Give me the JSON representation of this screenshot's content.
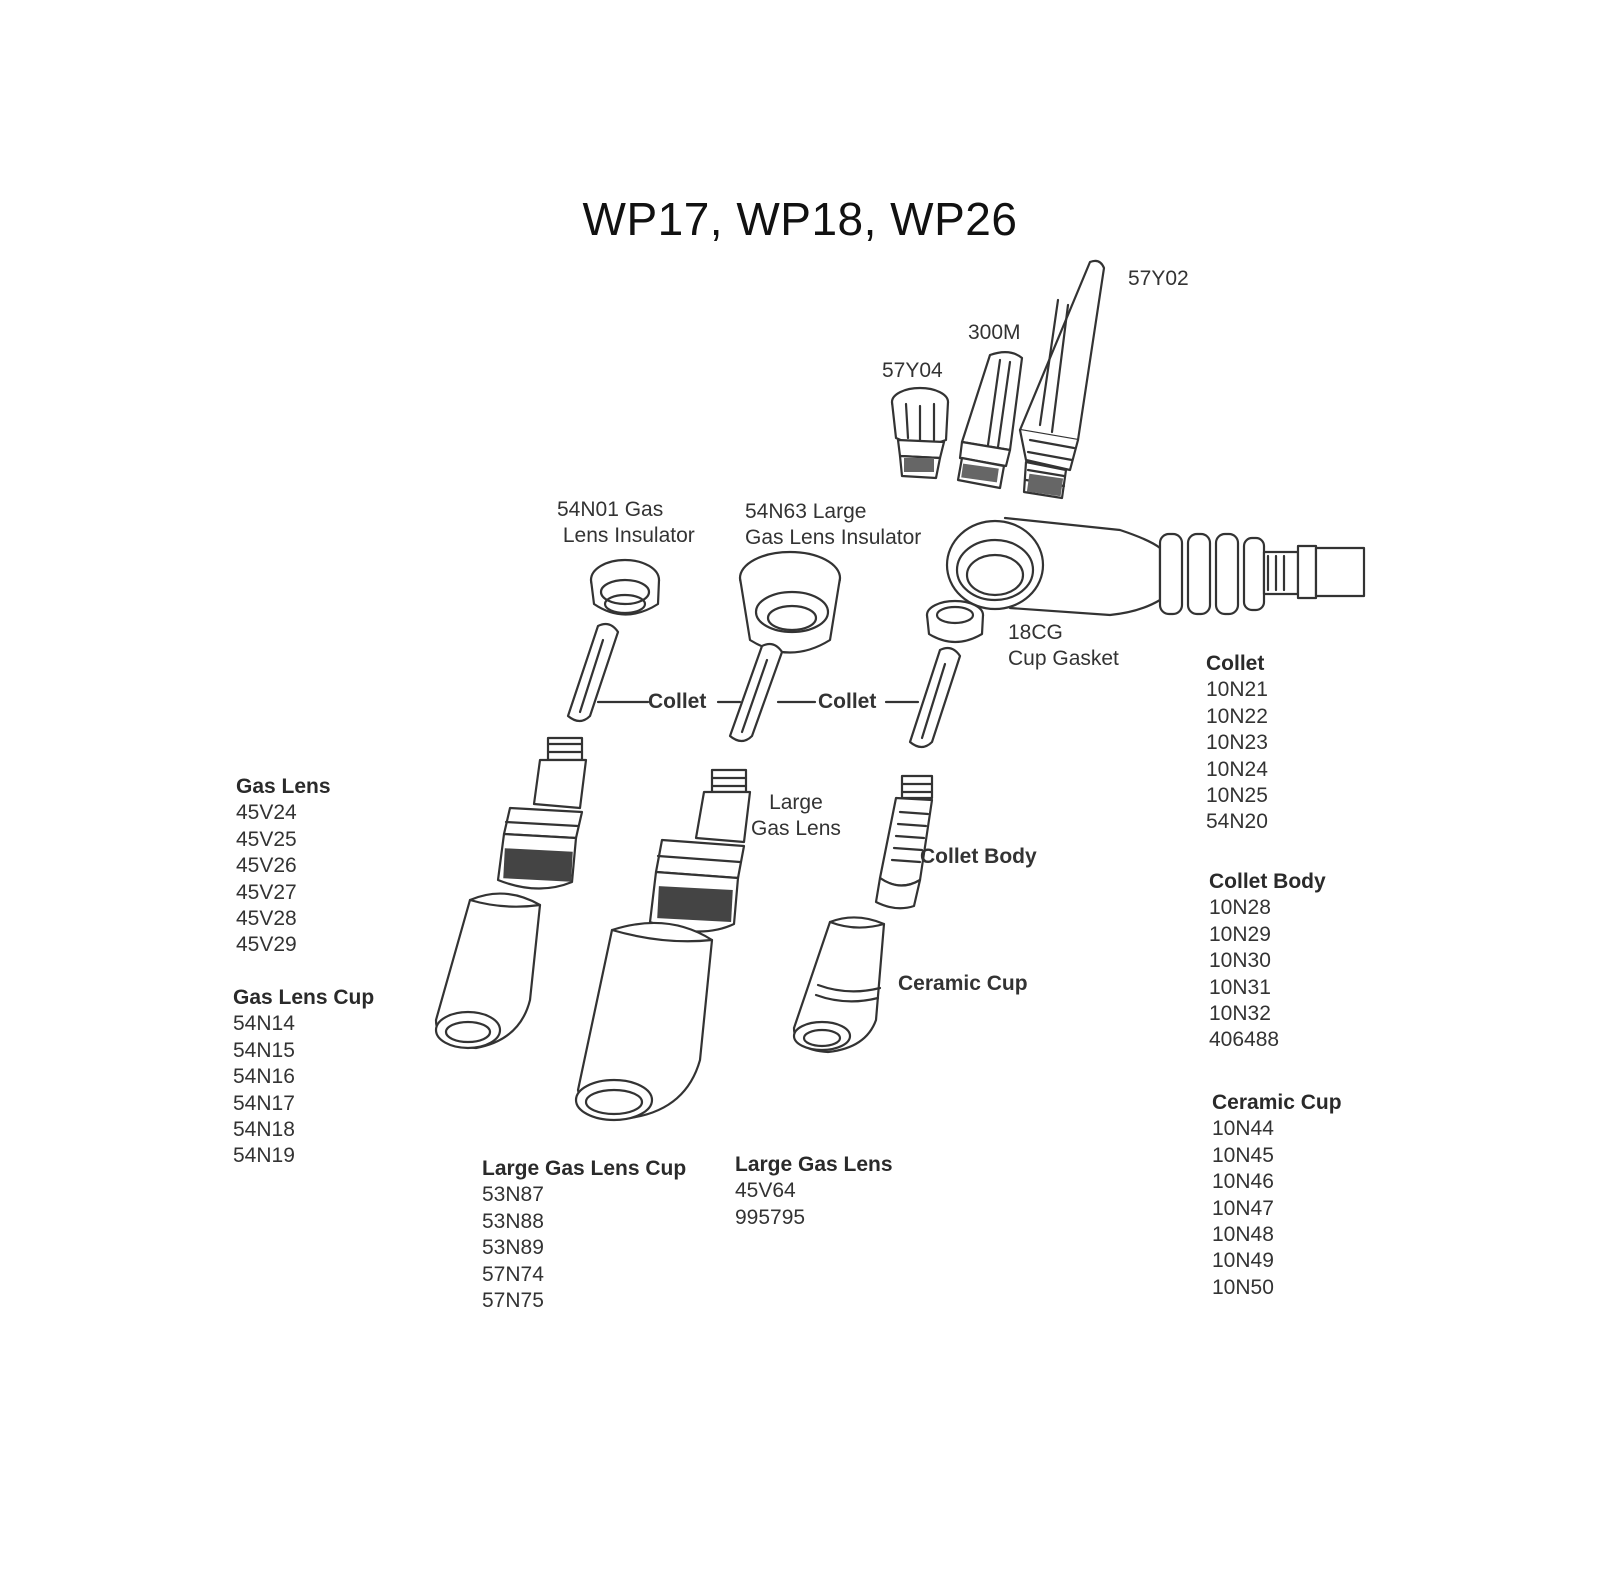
{
  "title": "WP17, WP18, WP26",
  "labels": {
    "p57y02": "57Y02",
    "p300m": "300M",
    "p57y04": "57Y04",
    "gas_lens_insulator": "54N01 Gas\n Lens Insulator",
    "large_gas_lens_insulator": "54N63 Large\nGas Lens Insulator",
    "cup_gasket": "18CG\nCup Gasket",
    "collet_1": "Collet",
    "collet_2": "Collet",
    "large_gas_lens": "Large\nGas Lens",
    "collet_body": "Collet Body",
    "ceramic_cup": "Ceramic Cup"
  },
  "part_lists": {
    "gas_lens": {
      "heading": "Gas Lens",
      "parts": [
        "45V24",
        "45V25",
        "45V26",
        "45V27",
        "45V28",
        "45V29"
      ]
    },
    "gas_lens_cup": {
      "heading": "Gas Lens Cup",
      "parts": [
        "54N14",
        "54N15",
        "54N16",
        "54N17",
        "54N18",
        "54N19"
      ]
    },
    "large_gas_lens_cup": {
      "heading": "Large Gas Lens Cup",
      "parts": [
        "53N87",
        "53N88",
        "53N89",
        "57N74",
        "57N75"
      ]
    },
    "large_gas_lens": {
      "heading": "Large Gas Lens",
      "parts": [
        "45V64",
        "995795"
      ]
    },
    "collet": {
      "heading": "Collet",
      "parts": [
        "10N21",
        "10N22",
        "10N23",
        "10N24",
        "10N25",
        "54N20"
      ]
    },
    "collet_body": {
      "heading": "Collet Body",
      "parts": [
        "10N28",
        "10N29",
        "10N30",
        "10N31",
        "10N32",
        "406488"
      ]
    },
    "ceramic_cup": {
      "heading": "Ceramic Cup",
      "parts": [
        "10N44",
        "10N45",
        "10N46",
        "10N47",
        "10N48",
        "10N49",
        "10N50"
      ]
    }
  }
}
